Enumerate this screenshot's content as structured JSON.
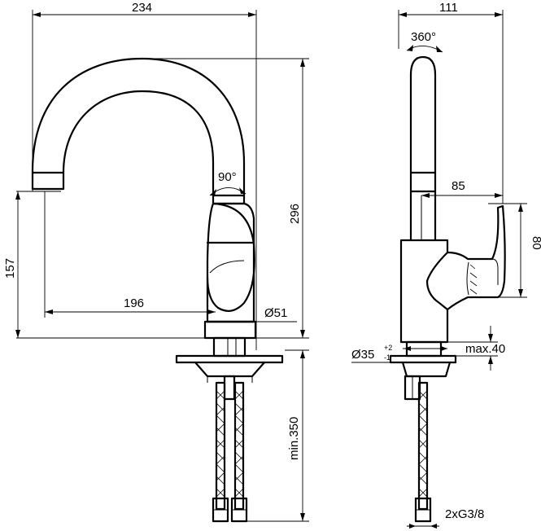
{
  "front_view": {
    "width_overall": "234",
    "height_overall": "296",
    "spout_height": "157",
    "spout_reach": "196",
    "body_diameter": "Ø51",
    "spout_swivel": "90°",
    "min_hose_length": "min.350"
  },
  "side_view": {
    "depth_overall": "111",
    "rotation": "360°",
    "lever_depth": "85",
    "lever_height": "80",
    "hole_diameter": "Ø35",
    "hole_tol_plus": "+2",
    "hole_tol_minus": "-1",
    "max_thickness": "max.40",
    "connection": "2xG3/8"
  }
}
